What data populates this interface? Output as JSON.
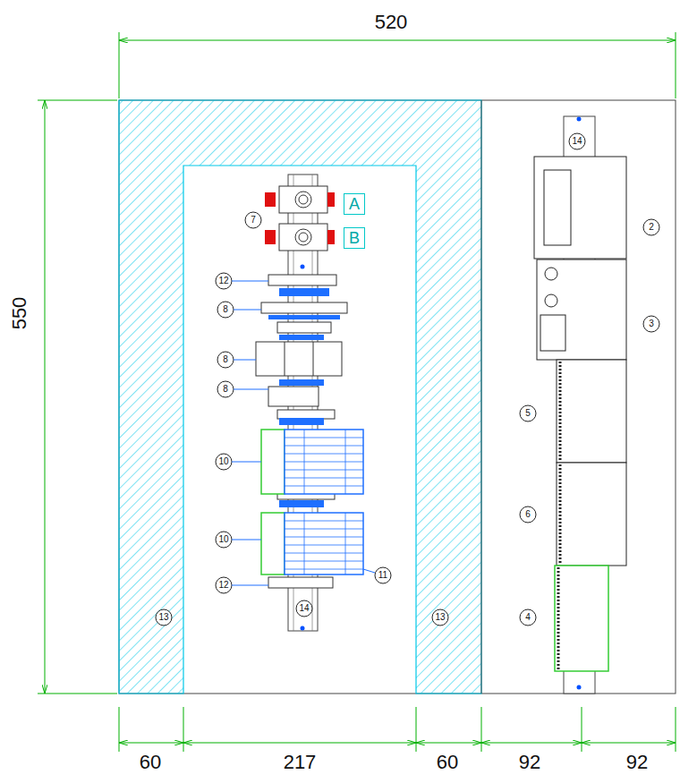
{
  "diagram": {
    "nodes": [
      {
        "text": [
          "A"
        ]
      },
      {
        "text": [
          "B"
        ]
      }
    ],
    "labels": [
      "520",
      "550",
      "14",
      "2",
      "7",
      "12",
      "8",
      "3",
      "8",
      "8",
      "5",
      "10",
      "6",
      "10",
      "11",
      "12",
      "4",
      "14",
      "13",
      "13",
      "60",
      "217",
      "60",
      "92",
      "92"
    ]
  }
}
